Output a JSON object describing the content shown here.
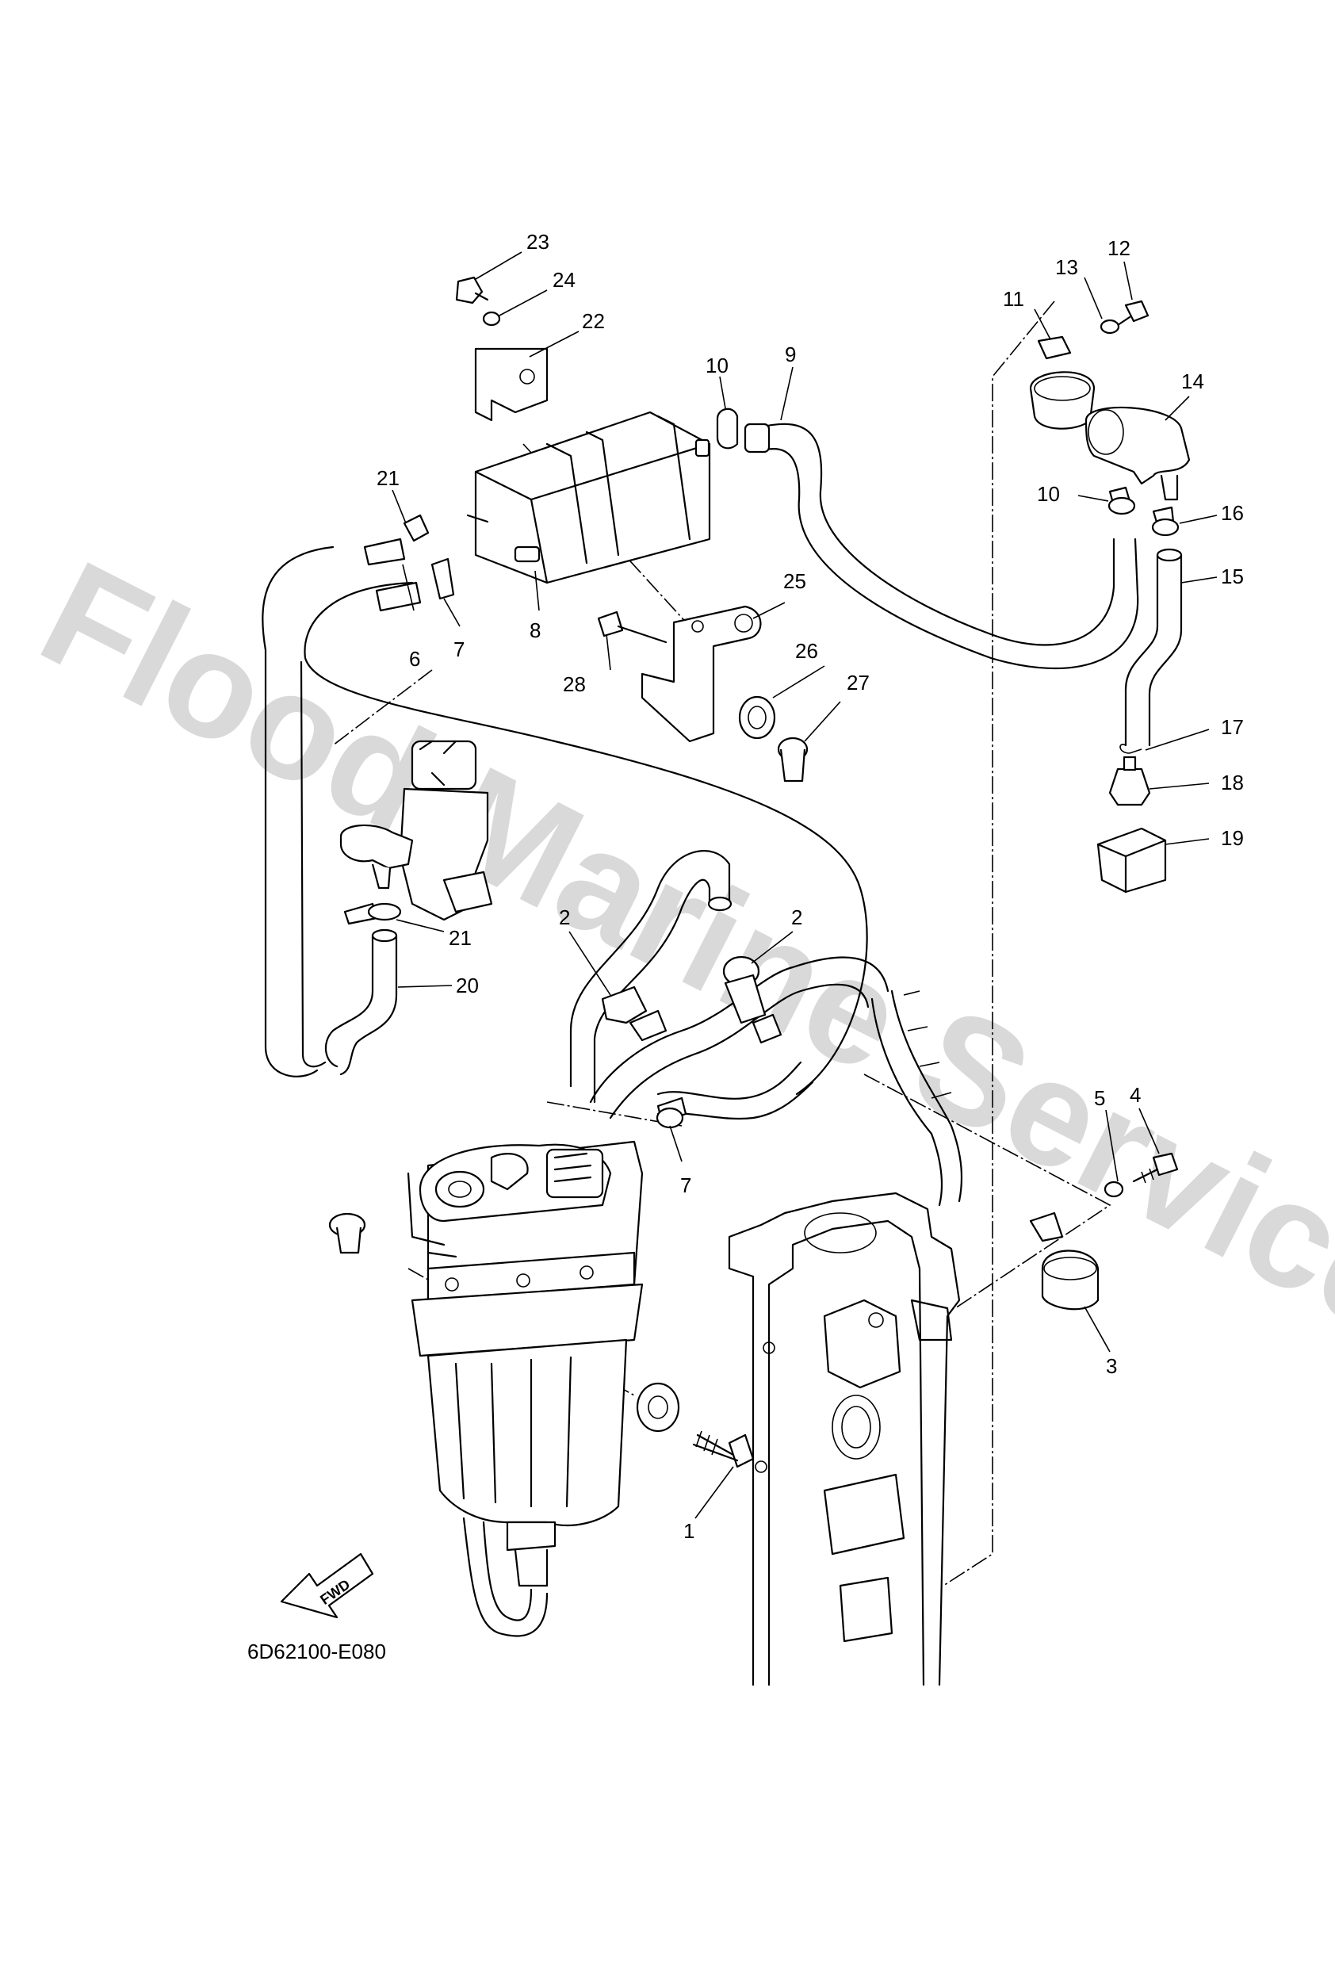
{
  "watermark": "Flood Marine Services",
  "diagram_code": "6D62100-E080",
  "fwd_label": "FWD",
  "callouts": {
    "c1": "1",
    "c2a": "2",
    "c2b": "2",
    "c3": "3",
    "c4": "4",
    "c5": "5",
    "c6": "6",
    "c7a": "7",
    "c7b": "7",
    "c8": "8",
    "c9": "9",
    "c10a": "10",
    "c10b": "10",
    "c11": "11",
    "c12": "12",
    "c13": "13",
    "c14": "14",
    "c15": "15",
    "c16": "16",
    "c17": "17",
    "c18": "18",
    "c19": "19",
    "c20": "20",
    "c21a": "21",
    "c21b": "21",
    "c22": "22",
    "c23": "23",
    "c24": "24",
    "c25": "25",
    "c26": "26",
    "c27": "27",
    "c28": "28"
  }
}
